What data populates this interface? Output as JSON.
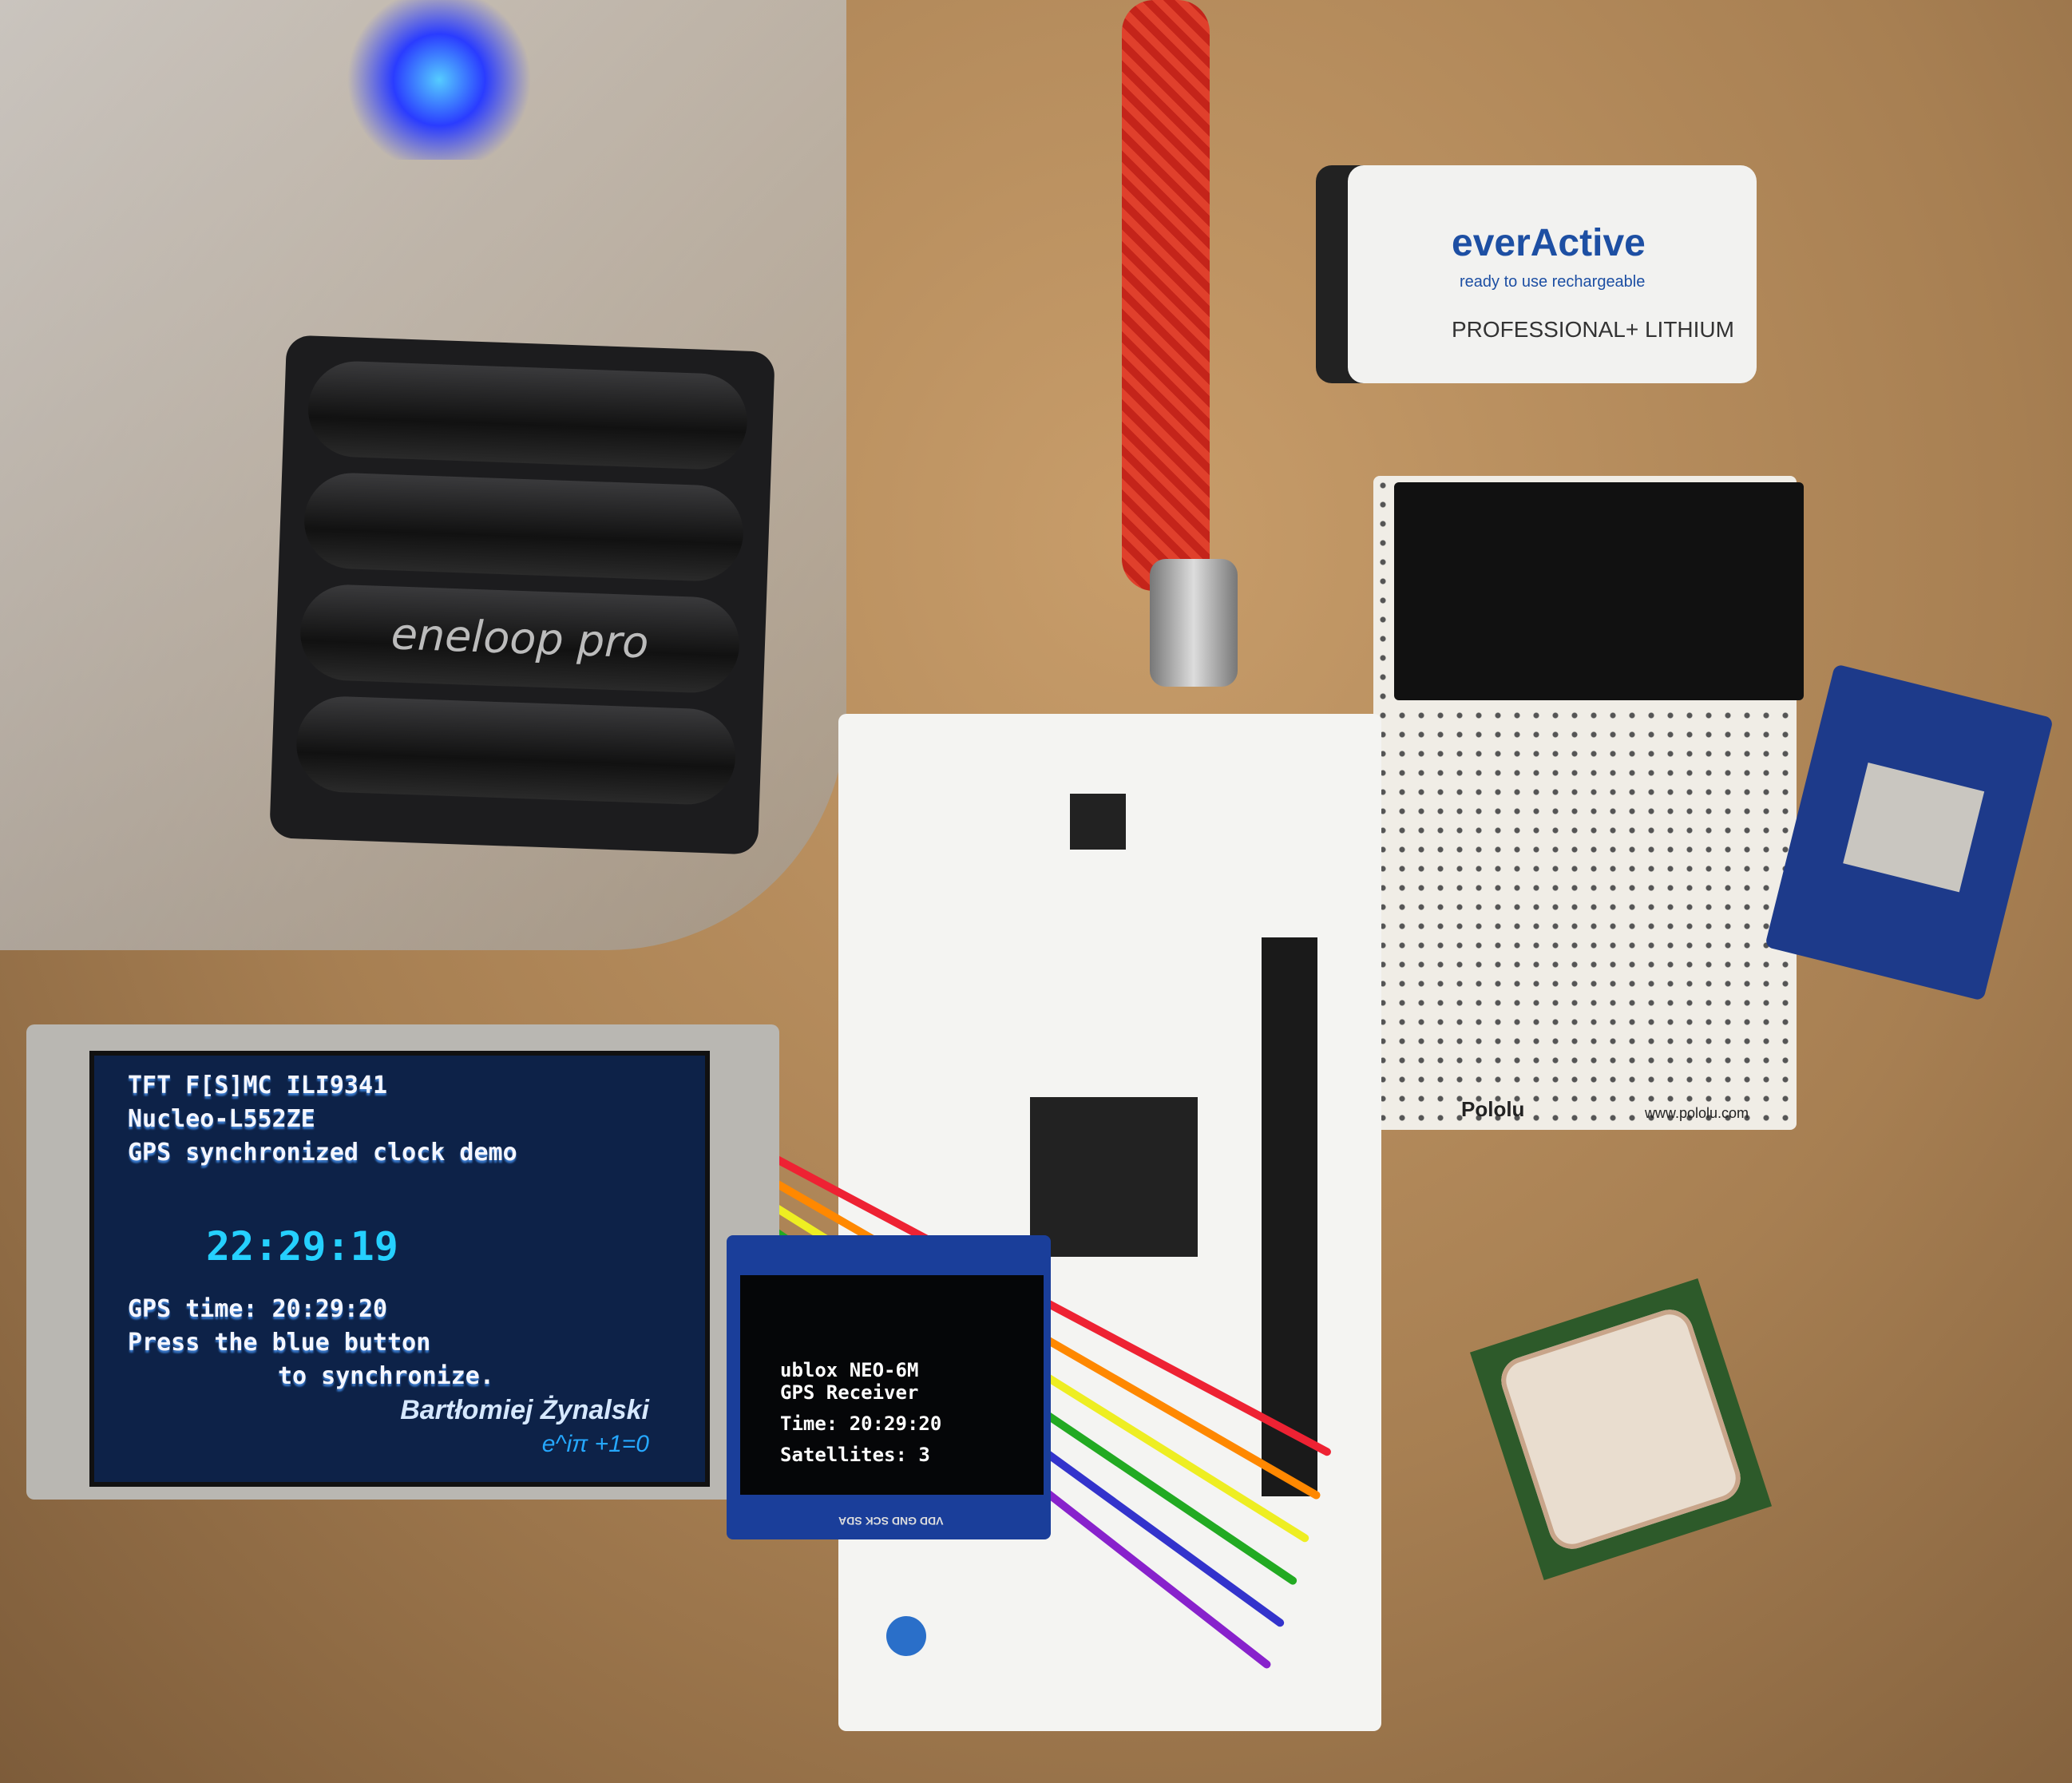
{
  "tft_display": {
    "lines": [
      "TFT F[S]MC ILI9341",
      "Nucleo-L552ZE",
      "GPS synchronized clock demo"
    ],
    "clock": "22:29:19",
    "gps_time": "GPS time: 20:29:20",
    "instruction_1": "Press the blue button",
    "instruction_2": "to synchronize.",
    "signature": "Bartłomiej Żynalski",
    "signature_formula": "e^iπ +1=0"
  },
  "oled_display": {
    "line1": "ublox NEO-6M",
    "line2": "GPS Receiver",
    "time": "Time: 20:29:20",
    "satellites": "Satellites: 3",
    "pins": "VDD GND SCK SDA"
  },
  "battery": {
    "brand": "everActive",
    "subtitle": "ready to use rechargeable",
    "type": "PROFESSIONAL+ LITHIUM"
  },
  "aa_cells": {
    "label": "eneloop pro"
  },
  "breadboard": {
    "brand": "Pololu",
    "url": "www.pololu.com"
  },
  "colors": {
    "tft_bg": "#0d2248",
    "clock": "#25d0ff",
    "cardboard": "#b08a60"
  }
}
